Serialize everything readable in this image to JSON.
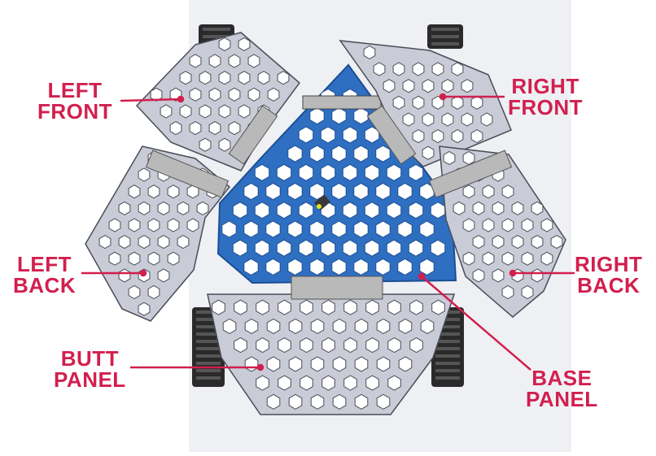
{
  "colors": {
    "label": "#d21f4e",
    "base_panel": "#2f6fc1",
    "base_panel_edge": "#1b4f93",
    "side_panel": "#c9cbd6",
    "side_panel_edge": "#4a4c58",
    "hinge": "#b9b9b9",
    "tracks": "#2a2a2a",
    "backdrop": "#eef0f4"
  },
  "labels": {
    "left_front": [
      "LEFT",
      "FRONT"
    ],
    "right_front": [
      "RIGHT",
      "FRONT"
    ],
    "left_back": [
      "LEFT",
      "BACK"
    ],
    "right_back": [
      "RIGHT",
      "BACK"
    ],
    "butt_panel": [
      "BUTT",
      "PANEL"
    ],
    "base_panel": [
      "BASE",
      "PANEL"
    ]
  }
}
